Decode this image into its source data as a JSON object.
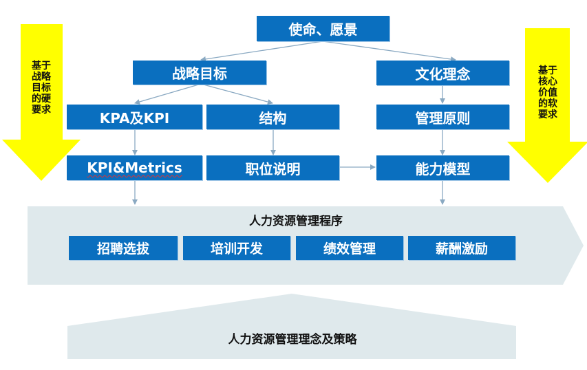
{
  "colors": {
    "box": "#0a6fbf",
    "arrow": "#8aa9c2",
    "yellow": "#ffff00",
    "band": "#dfe9ec"
  },
  "top": {
    "mission": "使命、愿景"
  },
  "level2": {
    "strategy": "战略目标",
    "culture": "文化理念"
  },
  "level3": {
    "kpa": "KPA及KPI",
    "structure": "结构",
    "principles": "管理原则"
  },
  "level4": {
    "kpi_metrics": "KPI&Metrics",
    "job_desc": "职位说明",
    "competency": "能力模型"
  },
  "process": {
    "title": "人力资源管理程序",
    "items": [
      "招聘选拔",
      "培训开发",
      "绩效管理",
      "薪酬激励"
    ]
  },
  "base": {
    "title": "人力资源管理理念及策略"
  },
  "side": {
    "left": "基于\n战略\n目标\n的硬\n要求",
    "right": "基于\n核心\n价值\n的软\n要求"
  }
}
